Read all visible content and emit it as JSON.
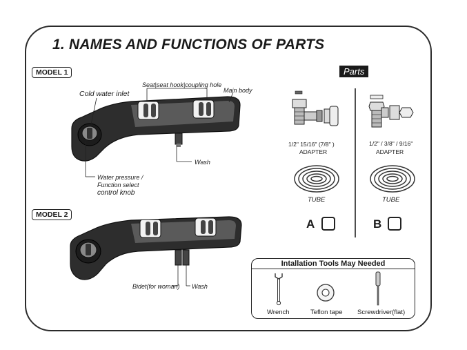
{
  "title": "1. NAMES AND FUNCTIONS OF PARTS",
  "model1": {
    "tag": "MODEL 1",
    "labels": {
      "cold_water_inlet": "Cold water inlet",
      "seat_hook": "Seat|seat hook|coupling hole",
      "main_body": "Main body",
      "wash": "Wash",
      "knob_line1": "Water pressure /",
      "knob_line2": "Function select",
      "knob_line3": "control knob"
    }
  },
  "model2": {
    "tag": "MODEL 2",
    "labels": {
      "bidet": "Bidet(for woman)",
      "wash": "Wash"
    }
  },
  "parts": {
    "tag": "Parts",
    "kit_a": {
      "sizes": "1/2\"  15/16\"   (7/8\" )",
      "adapter": "ADAPTER",
      "tube": "TUBE",
      "letter": "A"
    },
    "kit_b": {
      "sizes": "1/2\" / 3/8\" / 9/16\"",
      "adapter": "ADAPTER",
      "tube": "TUBE",
      "letter": "B"
    }
  },
  "tools": {
    "heading": "Intallation Tools May Needed",
    "items": [
      "Wrench",
      "Teflon tape",
      "Screwdriver(flat)"
    ]
  }
}
